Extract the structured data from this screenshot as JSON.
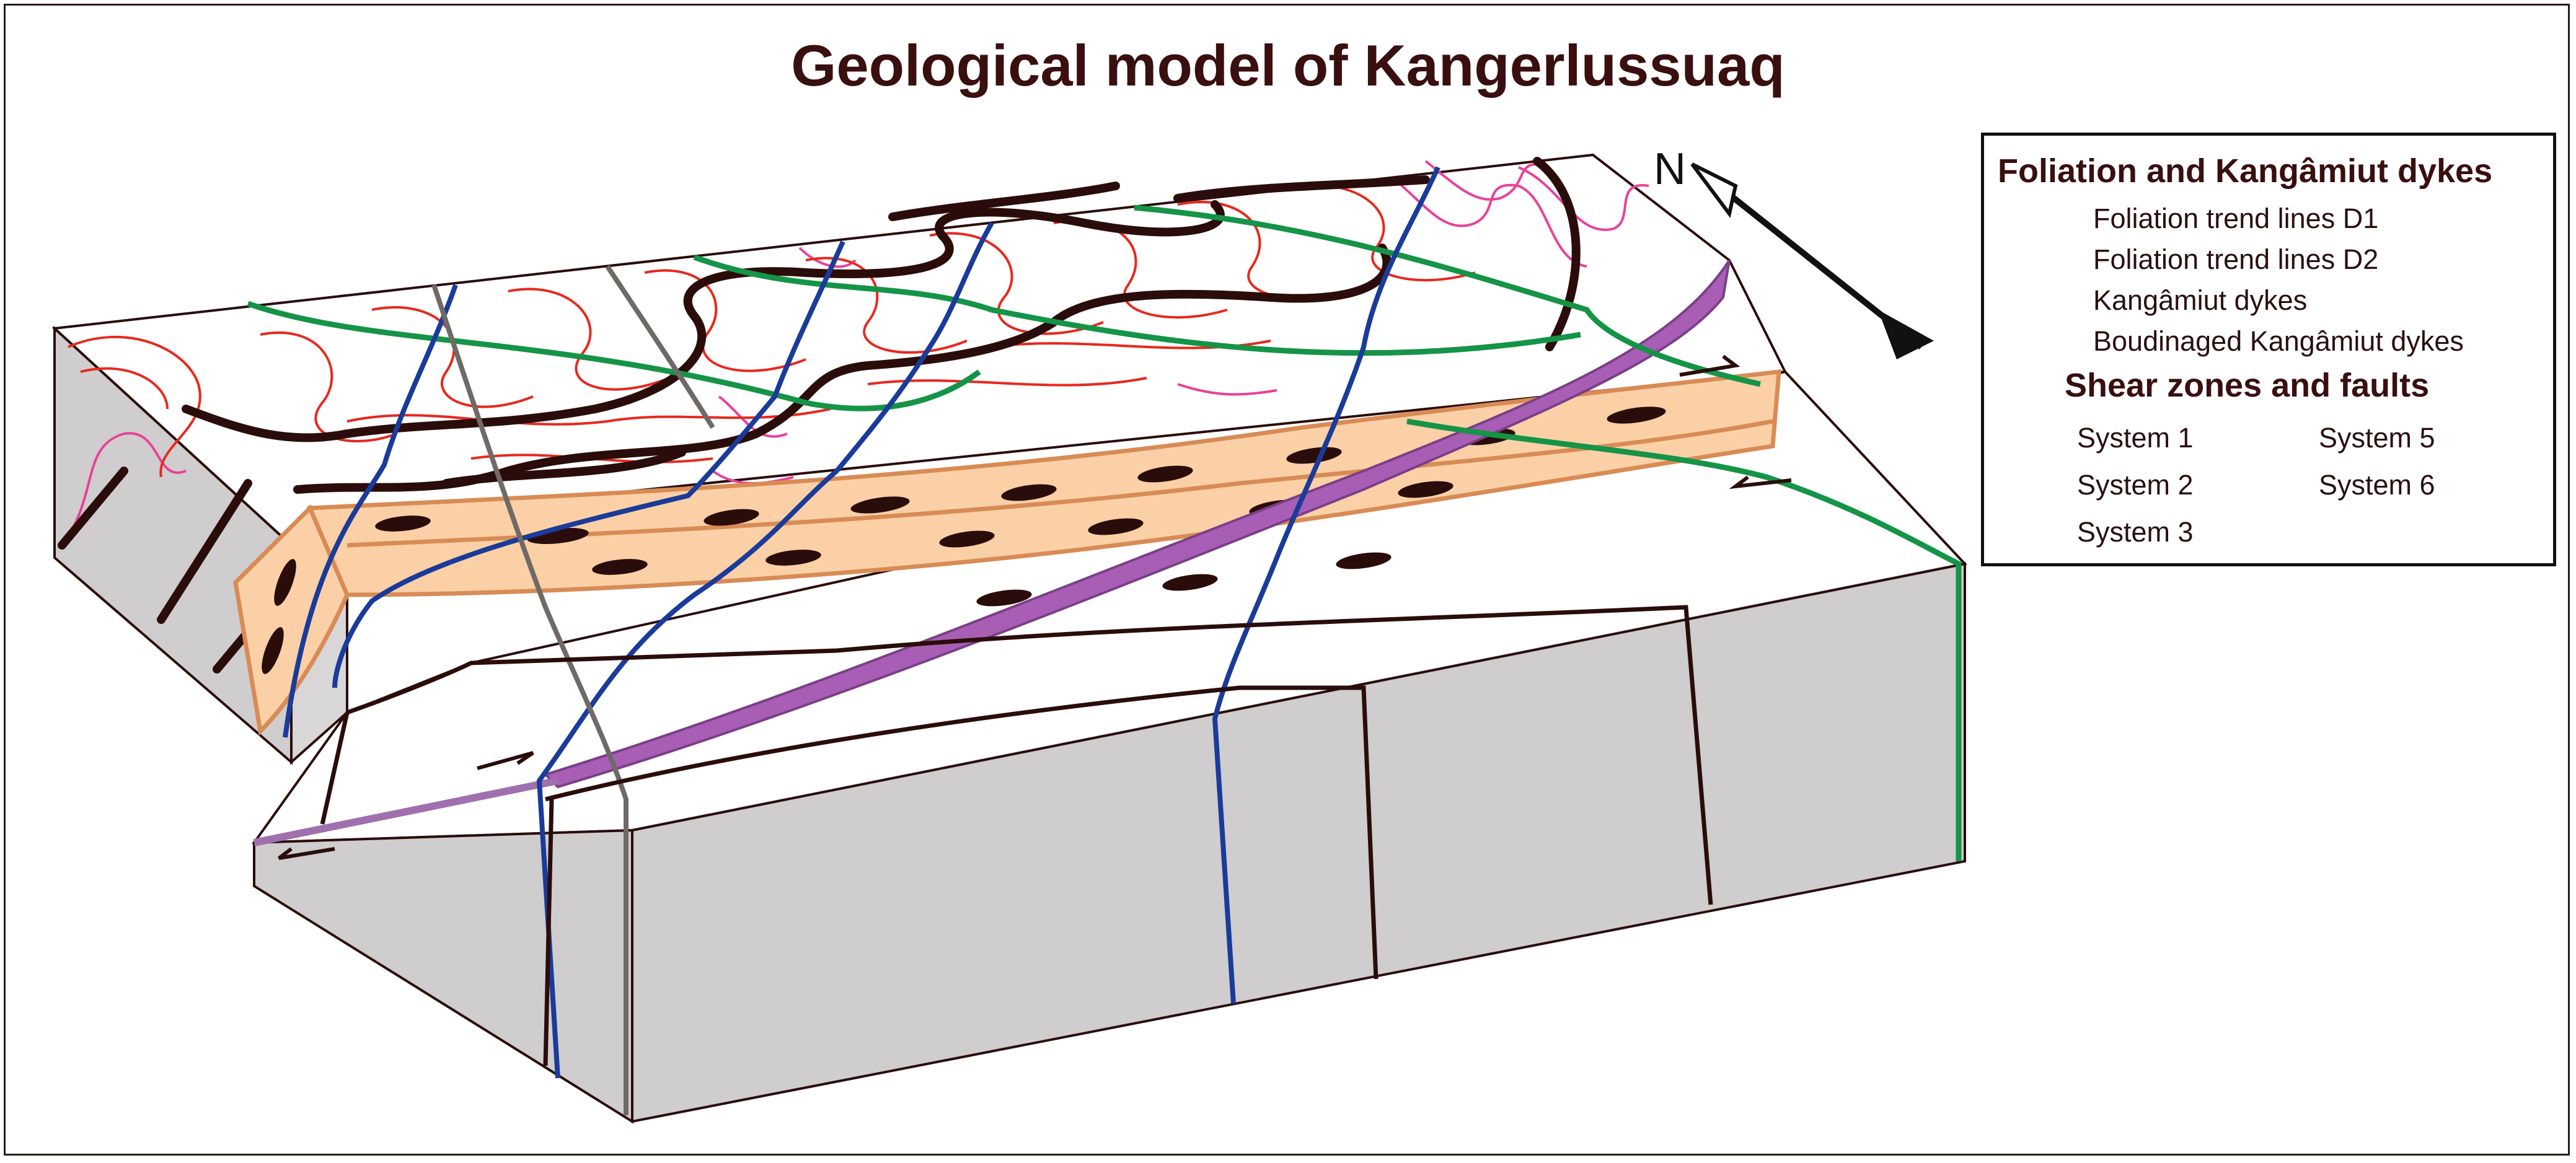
{
  "title": "Geological model of Kangerlussuaq",
  "north_label": "N",
  "legend": {
    "heading_foliation": "Foliation and Kangâmiut dykes",
    "foliation_items": [
      {
        "label": "Foliation trend lines D1",
        "color": "#e8419a"
      },
      {
        "label": "Foliation trend lines D2",
        "color": "#e8281e"
      },
      {
        "label": "Kangâmiut dykes",
        "color": "#2a0d0a"
      },
      {
        "label": "Boudinaged Kangâmiut dykes",
        "color": "#2a0d0a"
      }
    ],
    "heading_shear": "Shear zones and faults",
    "shear_items": [
      {
        "label": "System 1",
        "color": "#e3a063"
      },
      {
        "label": "System 2",
        "color": "#94559e"
      },
      {
        "label": "System 3",
        "color": "#159447"
      },
      {
        "label": "System 5",
        "color": "#1a3b9a"
      },
      {
        "label": "System 6",
        "color": "#706a66"
      }
    ]
  },
  "colors": {
    "block_side": "#cfcdcd",
    "block_top": "#ffffff",
    "outline": "#2a0d0a",
    "shear_fill": "#fbd0a6"
  }
}
